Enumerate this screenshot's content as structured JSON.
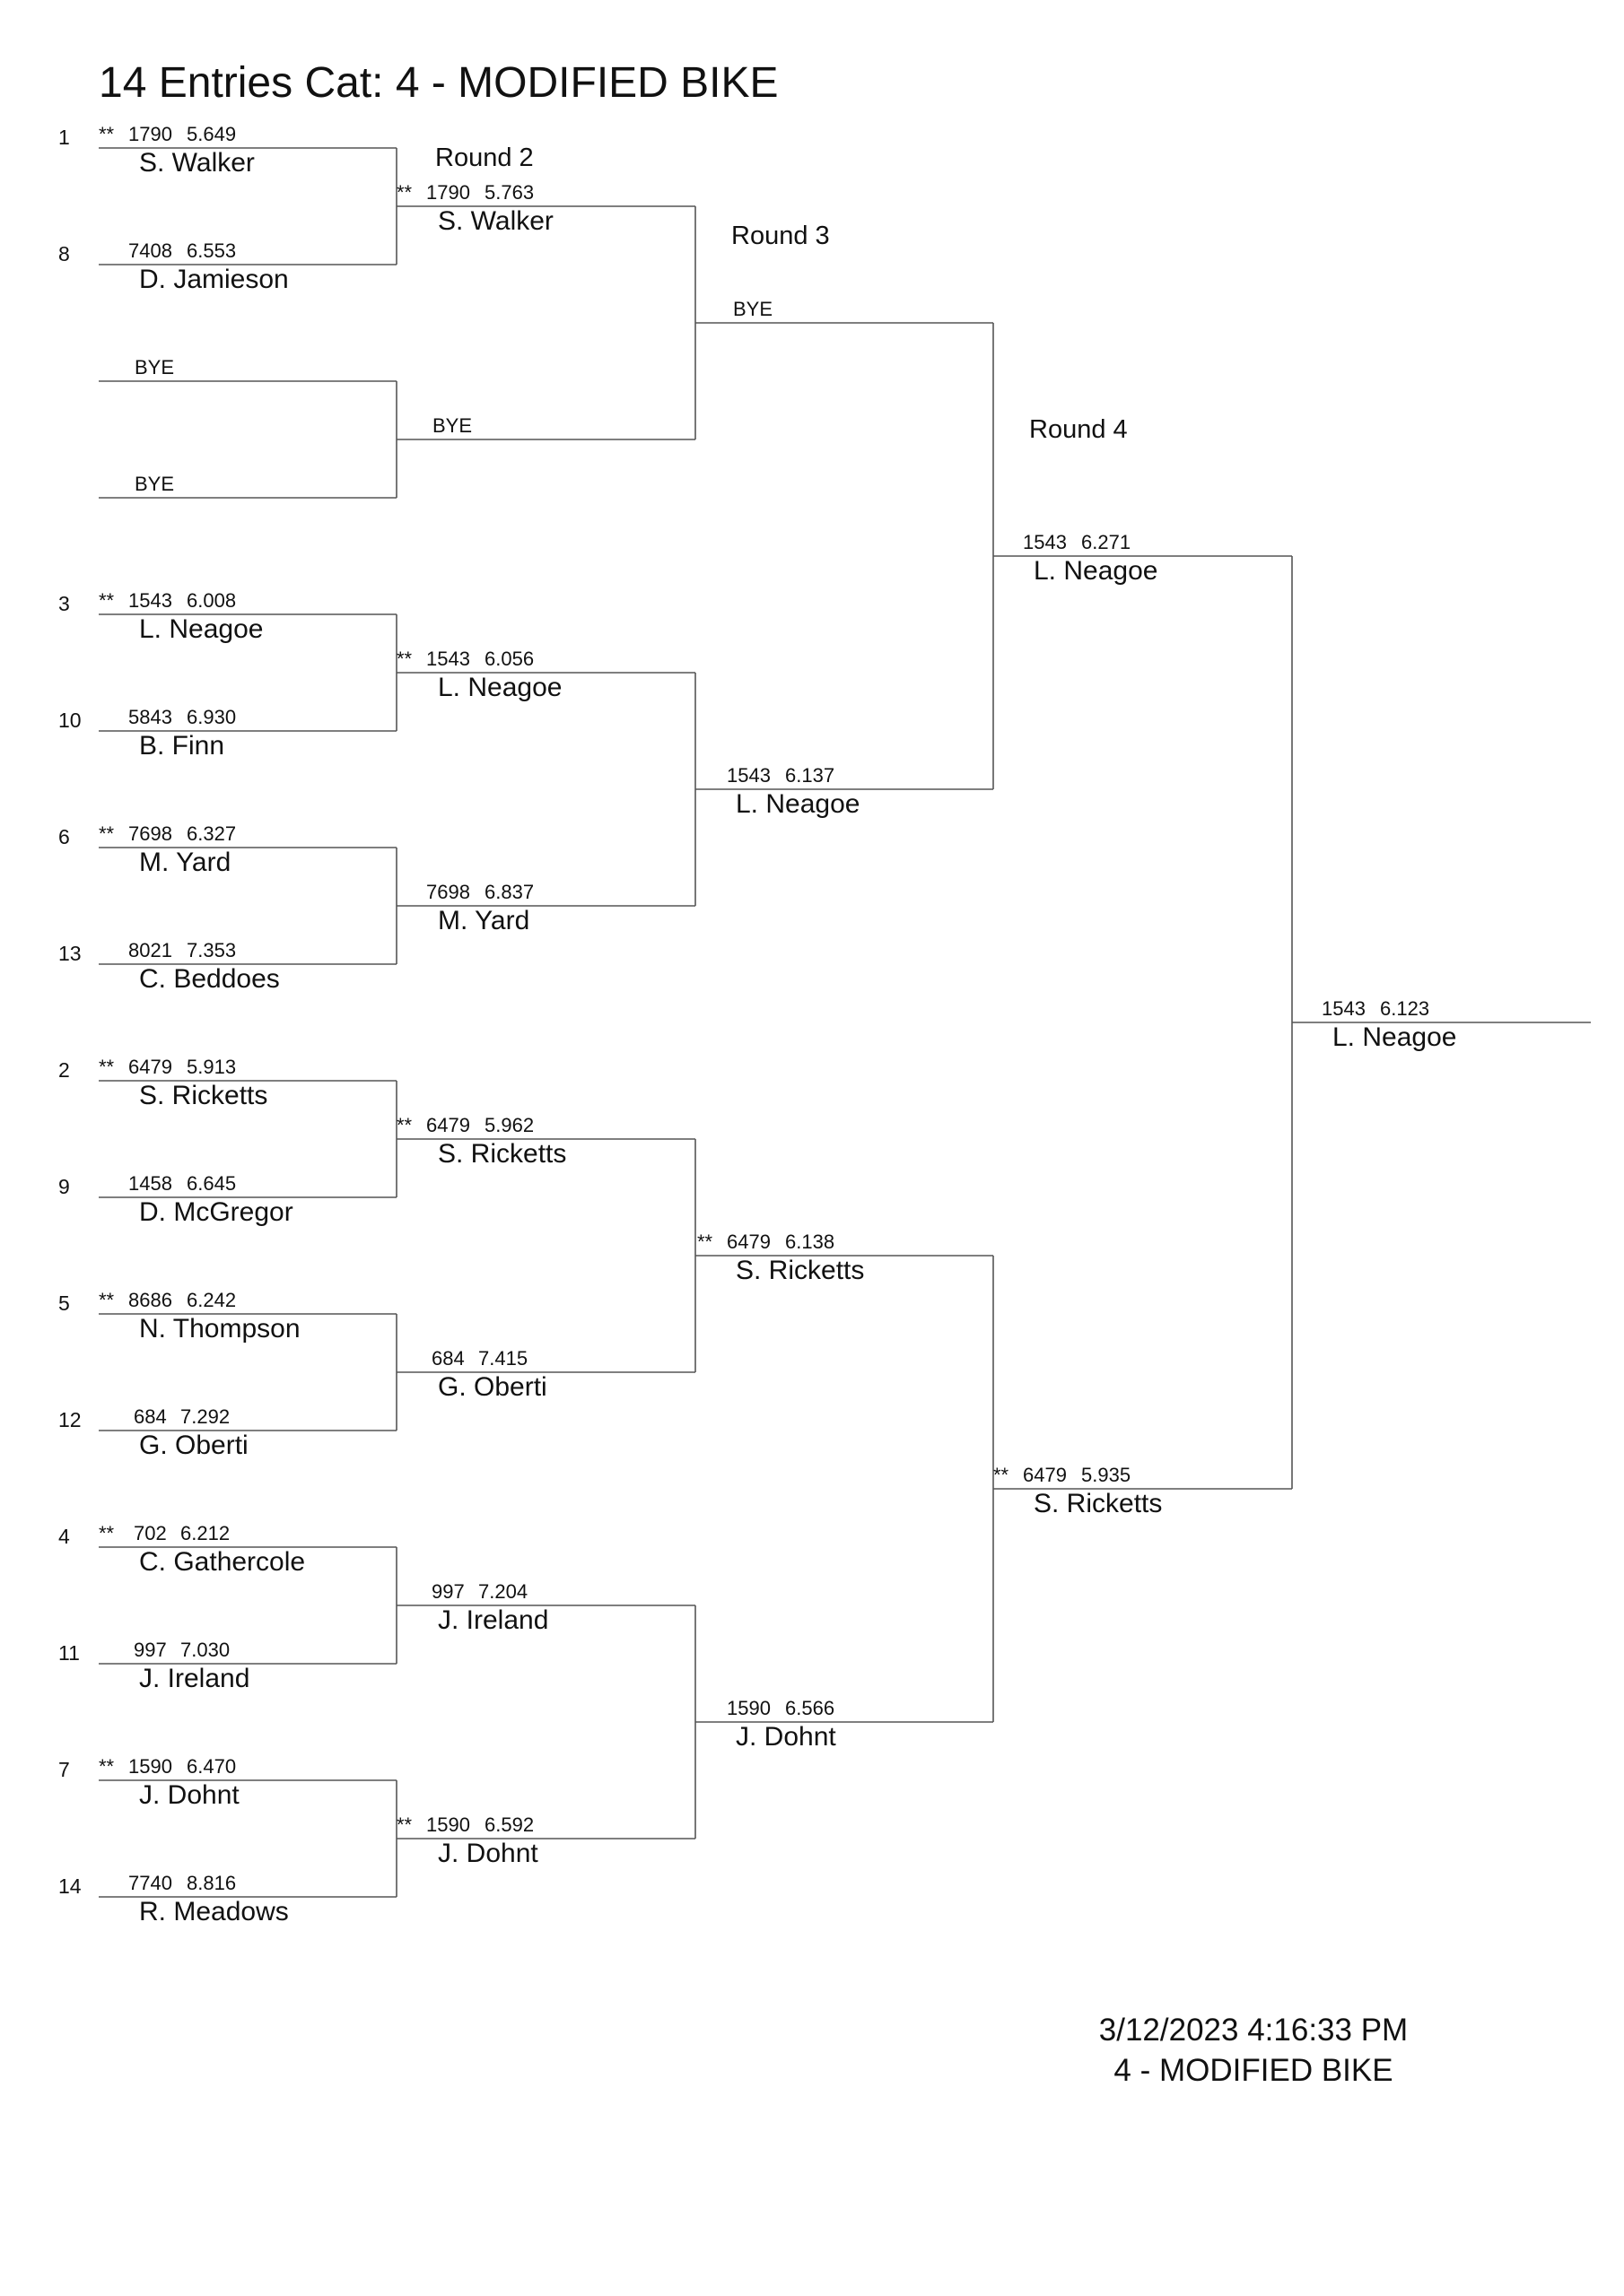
{
  "title": "14 Entries Cat:   4 - MODIFIED BIKE",
  "rounds": {
    "r2": "Round 2",
    "r3": "Round 3",
    "r4": "Round 4"
  },
  "round1": [
    {
      "seed": "1",
      "marker": "**",
      "bike": "1790",
      "time": "5.649",
      "name": "S. Walker"
    },
    {
      "seed": "8",
      "marker": "",
      "bike": "7408",
      "time": "6.553",
      "name": "D. Jamieson"
    },
    {
      "seed": "",
      "marker": "",
      "bike": "",
      "time": "",
      "name": "",
      "bye": "BYE"
    },
    {
      "seed": "",
      "marker": "",
      "bike": "",
      "time": "",
      "name": "",
      "bye": "BYE"
    },
    {
      "seed": "3",
      "marker": "**",
      "bike": "1543",
      "time": "6.008",
      "name": "L. Neagoe"
    },
    {
      "seed": "10",
      "marker": "",
      "bike": "5843",
      "time": "6.930",
      "name": "B. Finn"
    },
    {
      "seed": "6",
      "marker": "**",
      "bike": "7698",
      "time": "6.327",
      "name": "M. Yard"
    },
    {
      "seed": "13",
      "marker": "",
      "bike": "8021",
      "time": "7.353",
      "name": "C. Beddoes"
    },
    {
      "seed": "2",
      "marker": "**",
      "bike": "6479",
      "time": "5.913",
      "name": "S. Ricketts"
    },
    {
      "seed": "9",
      "marker": "",
      "bike": "1458",
      "time": "6.645",
      "name": "D. McGregor"
    },
    {
      "seed": "5",
      "marker": "**",
      "bike": "8686",
      "time": "6.242",
      "name": "N. Thompson"
    },
    {
      "seed": "12",
      "marker": "",
      "bike": "684",
      "time": "7.292",
      "name": "G. Oberti"
    },
    {
      "seed": "4",
      "marker": "**",
      "bike": "702",
      "time": "6.212",
      "name": "C. Gathercole"
    },
    {
      "seed": "11",
      "marker": "",
      "bike": "997",
      "time": "7.030",
      "name": "J. Ireland"
    },
    {
      "seed": "7",
      "marker": "**",
      "bike": "1590",
      "time": "6.470",
      "name": "J. Dohnt"
    },
    {
      "seed": "14",
      "marker": "",
      "bike": "7740",
      "time": "8.816",
      "name": "R. Meadows"
    }
  ],
  "round2": [
    {
      "marker": "**",
      "bike": "1790",
      "time": "5.763",
      "name": "S. Walker"
    },
    {
      "marker": "",
      "bike": "",
      "time": "",
      "name": "",
      "bye": "BYE"
    },
    {
      "marker": "**",
      "bike": "1543",
      "time": "6.056",
      "name": "L. Neagoe"
    },
    {
      "marker": "",
      "bike": "7698",
      "time": "6.837",
      "name": "M. Yard"
    },
    {
      "marker": "**",
      "bike": "6479",
      "time": "5.962",
      "name": "S. Ricketts"
    },
    {
      "marker": "",
      "bike": "684",
      "time": "7.415",
      "name": "G. Oberti"
    },
    {
      "marker": "",
      "bike": "997",
      "time": "7.204",
      "name": "J. Ireland"
    },
    {
      "marker": "**",
      "bike": "1590",
      "time": "6.592",
      "name": "J. Dohnt"
    }
  ],
  "round3": [
    {
      "marker": "",
      "bike": "",
      "time": "",
      "name": "",
      "bye": "BYE"
    },
    {
      "marker": "",
      "bike": "1543",
      "time": "6.137",
      "name": "L. Neagoe"
    },
    {
      "marker": "**",
      "bike": "6479",
      "time": "6.138",
      "name": "S. Ricketts"
    },
    {
      "marker": "",
      "bike": "1590",
      "time": "6.566",
      "name": "J. Dohnt"
    }
  ],
  "round4": [
    {
      "marker": "",
      "bike": "1543",
      "time": "6.271",
      "name": "L. Neagoe"
    },
    {
      "marker": "**",
      "bike": "6479",
      "time": "5.935",
      "name": "S. Ricketts"
    }
  ],
  "final": {
    "marker": "",
    "bike": "1543",
    "time": "6.123",
    "name": "L. Neagoe"
  },
  "footer": {
    "timestamp": "3/12/2023 4:16:33 PM",
    "category": "4 - MODIFIED BIKE"
  }
}
